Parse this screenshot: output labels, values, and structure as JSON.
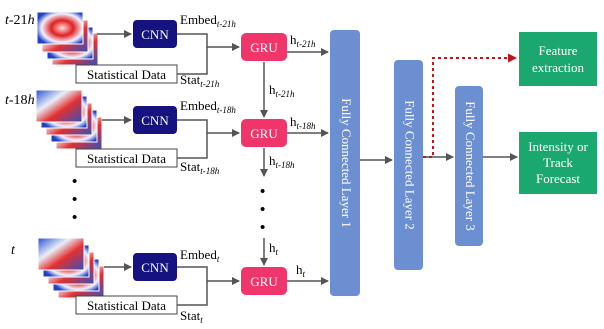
{
  "colors": {
    "cnn_fill": "#16127f",
    "gru_fill": "#f0356a",
    "fc_fill": "#6b8fd0",
    "output_fill": "#1ba86e",
    "arrow": "#555555",
    "dotted_arrow": "#c0141e"
  },
  "time_steps": [
    {
      "label": "t-21",
      "label_t": "t",
      "label_rest": "-21",
      "label_h": "h"
    },
    {
      "label": "t-18",
      "label_t": "t",
      "label_rest": "-18",
      "label_h": "h"
    },
    {
      "label": "t",
      "label_t": "t",
      "label_rest": "",
      "label_h": ""
    }
  ],
  "ellipsis": "•",
  "cnn_label": "CNN",
  "gru_label": "GRU",
  "statistical_data_label": "Statistical Data",
  "embed": {
    "row1": {
      "base": "Embed",
      "sub": "t-21h"
    },
    "row2": {
      "base": "Embed",
      "sub": "t-18h"
    },
    "row3": {
      "base": "Embed",
      "sub": "t"
    }
  },
  "stat": {
    "row1": {
      "base": "Stat",
      "sub": "t-21h"
    },
    "row2": {
      "base": "Stat",
      "sub": "t-18h"
    },
    "row3": {
      "base": "Stat",
      "sub": "t"
    }
  },
  "hidden": {
    "row1_out": {
      "base": "h",
      "sub": "t-21h"
    },
    "row1_down": {
      "base": "h",
      "sub": "t-21h"
    },
    "row2_out": {
      "base": "h",
      "sub": "t-18h"
    },
    "row2_down": {
      "base": "h",
      "sub": "t-18h"
    },
    "row3_in": {
      "base": "h",
      "sub": "t"
    },
    "row3_out": {
      "base": "h",
      "sub": "t"
    }
  },
  "fc_layers": [
    "Fully Connected Layer 1",
    "Fully Connected Layer 2",
    "Fully Connected Layer 3"
  ],
  "outputs": {
    "feature": [
      "Feature",
      "extraction"
    ],
    "forecast": [
      "Intensity or",
      "Track",
      "Forecast"
    ]
  }
}
